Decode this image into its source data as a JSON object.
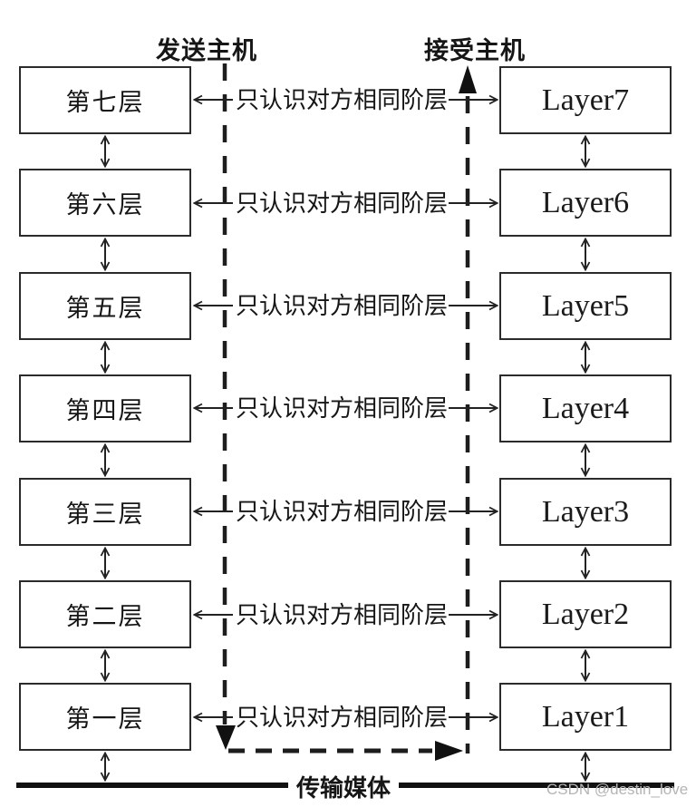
{
  "diagram": {
    "sender_host_label": "发送主机",
    "receiver_host_label": "接受主机",
    "media_label": "传输媒体",
    "watermark": "CSDN @destin_love",
    "rows": [
      {
        "left_label": "第七层",
        "relation": "只认识对方相同阶层",
        "right_label": "Layer7"
      },
      {
        "left_label": "第六层",
        "relation": "只认识对方相同阶层",
        "right_label": "Layer6"
      },
      {
        "left_label": "第五层",
        "relation": "只认识对方相同阶层",
        "right_label": "Layer5"
      },
      {
        "left_label": "第四层",
        "relation": "只认识对方相同阶层",
        "right_label": "Layer4"
      },
      {
        "left_label": "第三层",
        "relation": "只认识对方相同阶层",
        "right_label": "Layer3"
      },
      {
        "left_label": "第二层",
        "relation": "只认识对方相同阶层",
        "right_label": "Layer2"
      },
      {
        "left_label": "第一层",
        "relation": "只认识对方相同阶层",
        "right_label": "Layer1"
      }
    ],
    "colors": {
      "line": "#222222",
      "triangle_fill": "#111111",
      "box_border": "#2b2b2b",
      "text": "#161616",
      "watermark": "#b5b5b5",
      "background": "#ffffff"
    }
  }
}
